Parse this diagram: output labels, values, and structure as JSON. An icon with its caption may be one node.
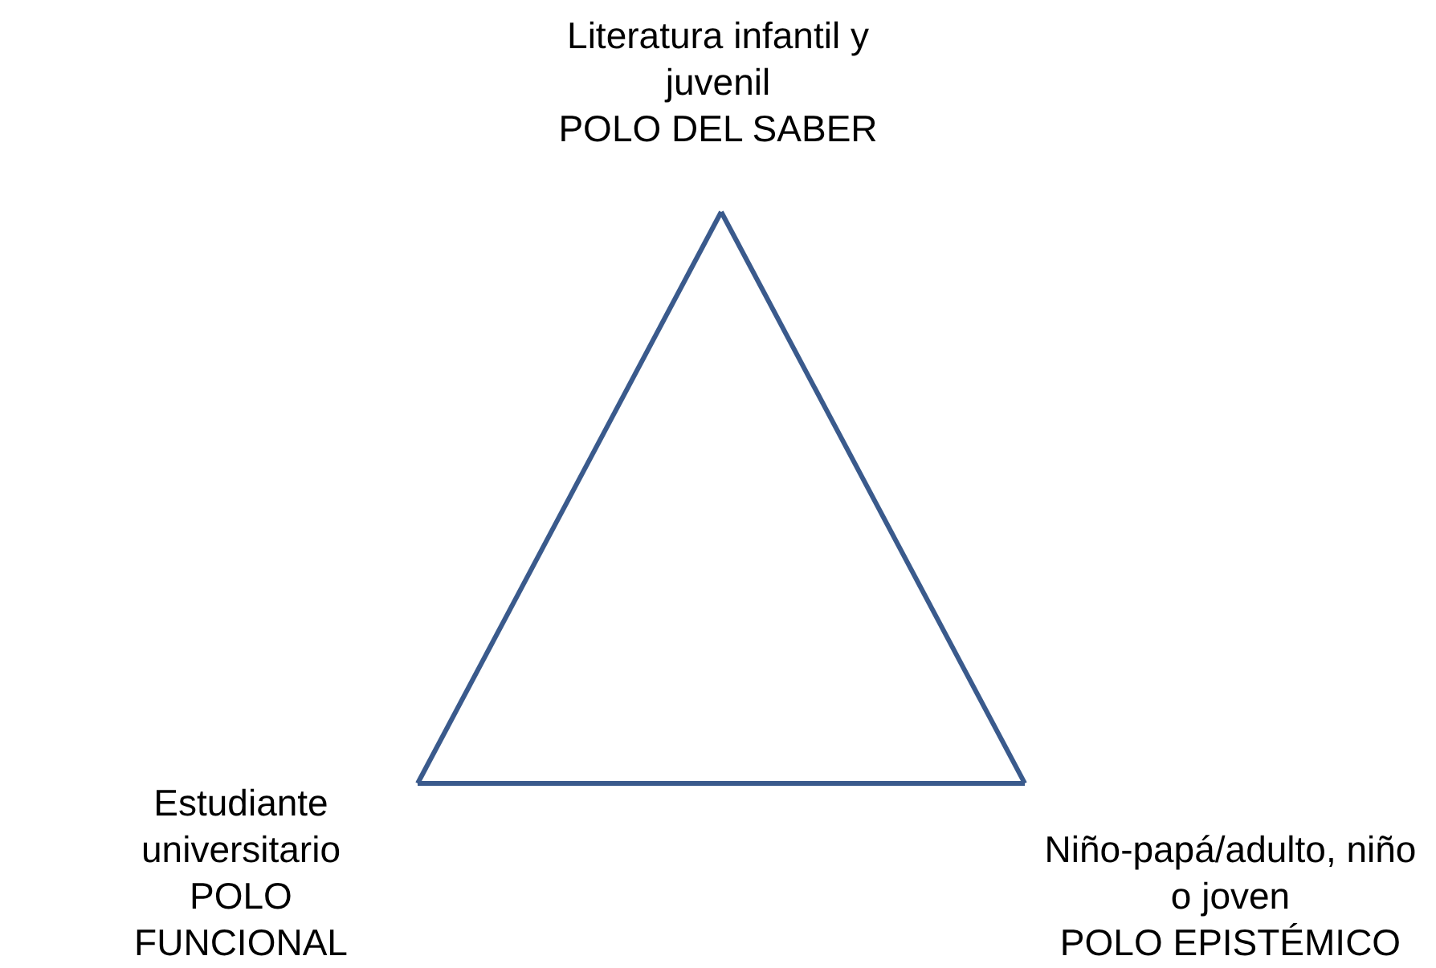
{
  "diagram": {
    "nodes": [
      {
        "text": [
          "Literatura infantil y juvenil",
          "POLO DEL SABER"
        ]
      },
      {
        "text": [
          "Estudiante universitario",
          "POLO FUNCIONAL"
        ]
      },
      {
        "text": [
          "Niño-papá/adulto, niño o joven",
          "POLO EPISTÉMICO"
        ]
      }
    ],
    "edges": [
      {
        "from": 0,
        "to": 1,
        "arrow": "none"
      },
      {
        "from": 1,
        "to": 2,
        "arrow": "none"
      },
      {
        "from": 2,
        "to": 0,
        "arrow": "none"
      }
    ]
  }
}
